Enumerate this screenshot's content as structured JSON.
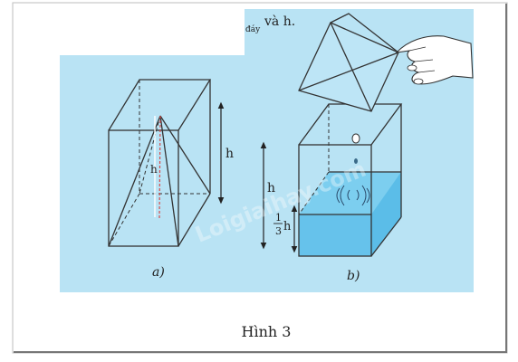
{
  "header_fragment": {
    "subscript": "đáy",
    "text": "và h."
  },
  "figure_a": {
    "label": "a)",
    "height_label": "h",
    "inner_height_label": "h"
  },
  "figure_b": {
    "label": "b)",
    "height_label": "h",
    "water_fraction_numerator": "1",
    "water_fraction_denominator": "3",
    "water_fraction_var": "h"
  },
  "watermark": "Loigiaihay.com",
  "caption": "Hình 3",
  "colors": {
    "panel_bg": "#b9e3f4",
    "water": "#66c2eb",
    "border": "#888888",
    "edge": "#333333",
    "height_line": "#d84a4a"
  }
}
